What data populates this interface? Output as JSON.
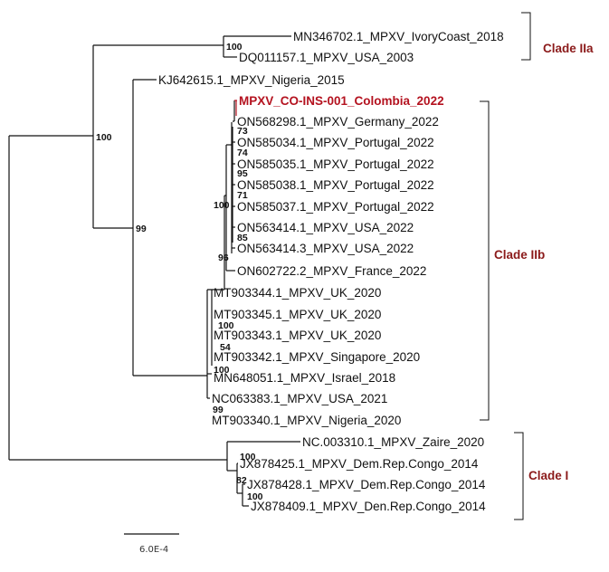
{
  "taxa": [
    "MN346702.1_MPXV_IvoryCoast_2018",
    "DQ011157.1_MPXV_USA_2003",
    "KJ642615.1_MPXV_Nigeria_2015",
    "MPXV_CO-INS-001_Colombia_2022",
    "ON568298.1_MPXV_Germany_2022",
    "ON585034.1_MPXV_Portugal_2022",
    "ON585035.1_MPXV_Portugal_2022",
    "ON585038.1_MPXV_Portugal_2022",
    "ON585037.1_MPXV_Portugal_2022",
    "ON563414.1_MPXV_USA_2022",
    "ON563414.3_MPXV_USA_2022",
    "ON602722.2_MPXV_France_2022",
    "MT903344.1_MPXV_UK_2020",
    "MT903345.1_MPXV_UK_2020",
    "MT903343.1_MPXV_UK_2020",
    "MT903342.1_MPXV_Singapore_2020",
    "MN648051.1_MPXV_Israel_2018",
    "NC063383.1_MPXV_USA_2021",
    "MT903340.1_MPXV_Nigeria_2020",
    "NC.003310.1_MPXV_Zaire_2020",
    "JX878425.1_MPXV_Dem.Rep.Congo_2014",
    "JX878428.1_MPXV_Dem.Rep.Congo_2014",
    "JX878409.1_MPXV_Den.Rep.Congo_2014"
  ],
  "highlighted_taxon": "MPXV_CO-INS-001_Colombia_2022",
  "highlight_color": "#b4121f",
  "clade_color": "#8b1a1a",
  "bootstrap_values": [
    "100",
    "100",
    "99",
    "73",
    "74",
    "95",
    "71",
    "100",
    "85",
    "96",
    "100",
    "54",
    "100",
    "99",
    "100",
    "82",
    "100"
  ],
  "clades": [
    {
      "label": "Clade IIa"
    },
    {
      "label": "Clade IIb"
    },
    {
      "label": "Clade I"
    }
  ],
  "scale_bar": {
    "label": "6.0E-4"
  }
}
